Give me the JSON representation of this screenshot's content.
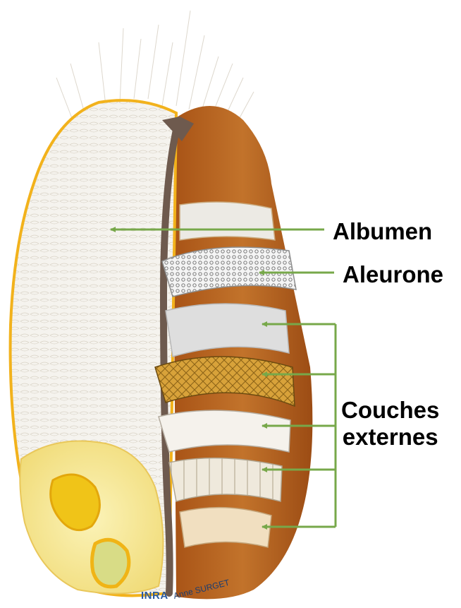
{
  "labels": {
    "albumen": "Albumen",
    "aleurone": "Aleurone",
    "outer_layers_line1": "Couches",
    "outer_layers_line2": "externes"
  },
  "credit": {
    "logo": "INRA",
    "author": "Anne SURGET"
  },
  "colors": {
    "arrow": "#77a84a",
    "grain_outline": "#f2b21c",
    "bran": "#b8621e",
    "albumen": "#f4f2ec",
    "crease": "#6e5a4e",
    "germ": "#f6e89a"
  }
}
